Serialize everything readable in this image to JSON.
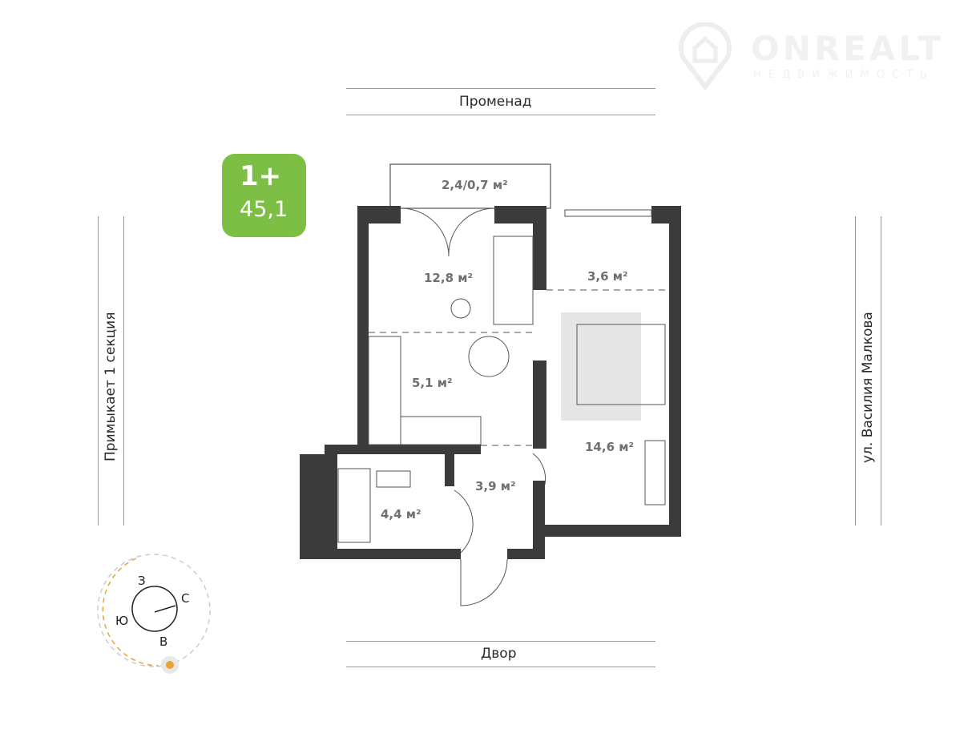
{
  "watermark": {
    "name": "ONREALT",
    "subtitle": "НЕДВИЖИМОСТЬ"
  },
  "badge": {
    "type": "1+",
    "area": "45,1",
    "color": "#7dbf45"
  },
  "sides": {
    "top": "Променад",
    "bottom": "Двор",
    "left": "Примыкает 1 секция",
    "right": "ул. Василия Малкова"
  },
  "rooms": {
    "balcony": "2,4/0,7 м²",
    "living": "12,8 м²",
    "loggia": "3,6 м²",
    "kitchen": "5,1 м²",
    "bedroom": "14,6 м²",
    "hall": "3,9 м²",
    "bath": "4,4 м²"
  },
  "compass": {
    "n": "С",
    "s": "Ю",
    "e": "В",
    "w": "З",
    "sun_color": "#e8a33a"
  },
  "colors": {
    "wall": "#3b3b3b",
    "rug": "#e6e6e6"
  }
}
